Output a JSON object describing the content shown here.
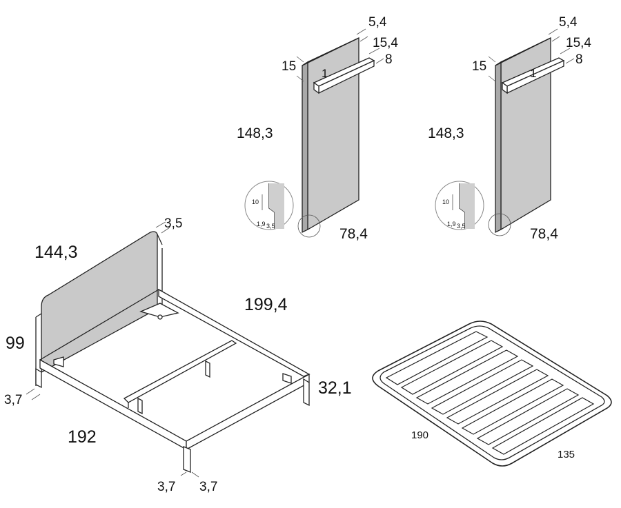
{
  "panel_left": {
    "depth": "5,4",
    "shelf_width": "15,4",
    "shelf_height": "8",
    "shelf_thickness": "15",
    "height": "148,3",
    "width": "78,4",
    "marker": "1",
    "detail": {
      "a": "10",
      "b": "1,9",
      "c": "3,5"
    }
  },
  "panel_right": {
    "depth": "5,4",
    "shelf_width": "15,4",
    "shelf_height": "8",
    "shelf_thickness": "15",
    "height": "148,3",
    "width": "78,4",
    "marker": "1",
    "detail": {
      "a": "10",
      "b": "1,9",
      "c": "3,5"
    }
  },
  "bed": {
    "headboard_thickness": "3,5",
    "headboard_width": "144,3",
    "length": "199,4",
    "headboard_height": "99",
    "leg_left": "3,7",
    "frame_height": "32,1",
    "width": "192",
    "leg_front_a": "3,7",
    "leg_front_b": "3,7"
  },
  "slat_base": {
    "length": "190",
    "width": "135"
  }
}
